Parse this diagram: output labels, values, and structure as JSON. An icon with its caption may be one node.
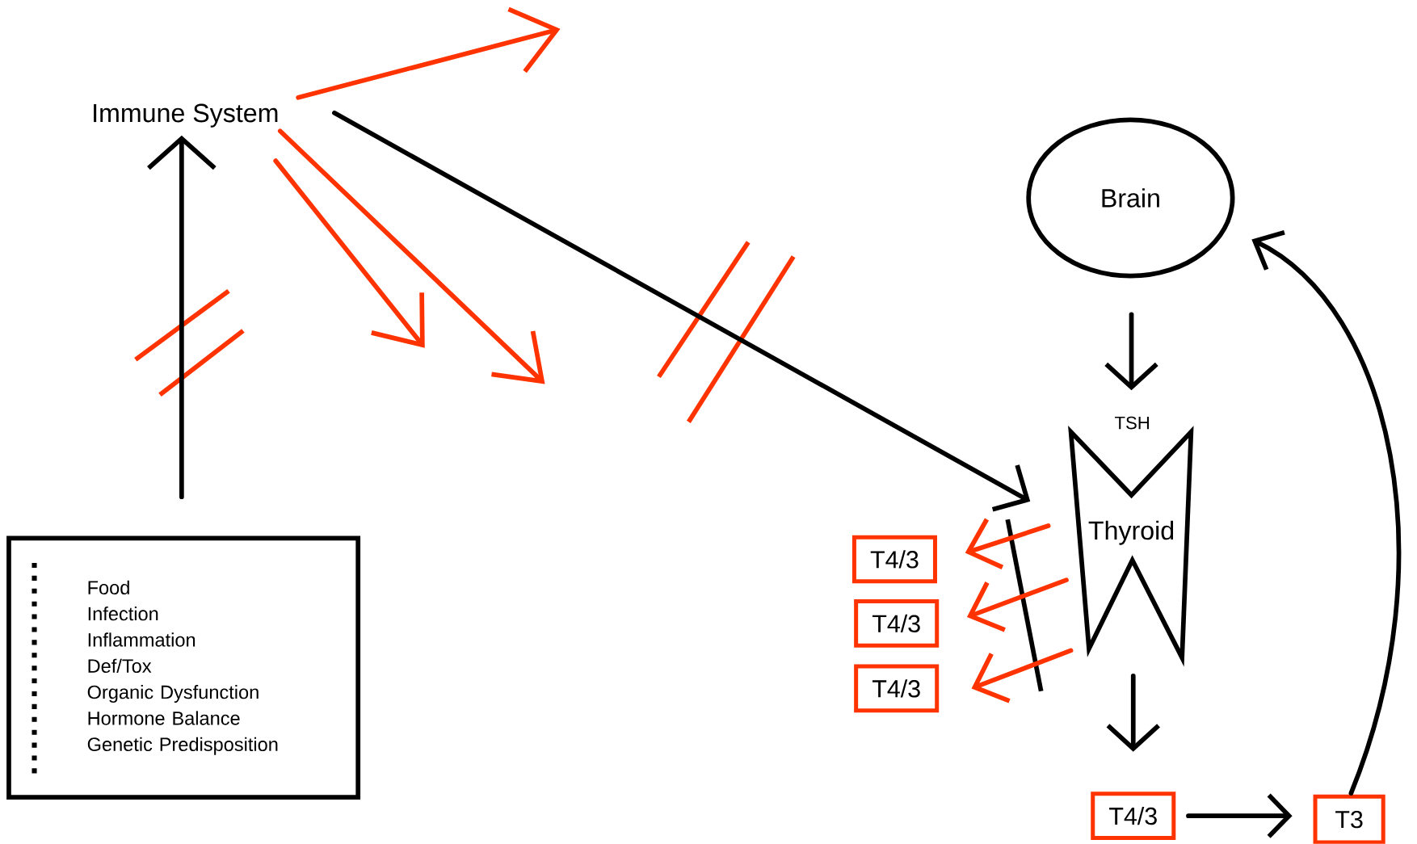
{
  "diagram": {
    "nodes": [
      {
        "text": [
          "Immune System"
        ]
      },
      {
        "text": [
          "Food",
          "Infection",
          "Inflammation",
          "Def/Tox",
          "Organic Dysfunction",
          "Hormone Balance",
          "Genetic Predisposition"
        ]
      },
      {
        "text": [
          "Brain"
        ]
      },
      {
        "text": [
          "Thyroid"
        ],
        "beside": [
          "TSH"
        ]
      },
      {
        "text": [
          "T4/3"
        ]
      },
      {
        "text": [
          "T4/3"
        ]
      },
      {
        "text": [
          "T4/3"
        ]
      },
      {
        "text": [
          "T4/3"
        ]
      },
      {
        "text": [
          "T3"
        ]
      }
    ],
    "edges": [
      {
        "from": 1,
        "to": 0,
        "arrow": "to"
      },
      {
        "from": 0,
        "to": 3,
        "arrow": "to"
      },
      {
        "from": 0,
        "to": null,
        "arrow": "to",
        "color": "#ff3300"
      },
      {
        "from": 0,
        "to": null,
        "arrow": "to",
        "color": "#ff3300"
      },
      {
        "from": 0,
        "to": null,
        "arrow": "to",
        "color": "#ff3300"
      },
      {
        "from": 2,
        "to": 3,
        "arrow": "to"
      },
      {
        "from": 3,
        "to": 4,
        "arrow": "to",
        "color": "#ff3300"
      },
      {
        "from": 3,
        "to": 5,
        "arrow": "to",
        "color": "#ff3300"
      },
      {
        "from": 3,
        "to": 6,
        "arrow": "to",
        "color": "#ff3300"
      },
      {
        "from": 3,
        "to": 7,
        "arrow": "to"
      },
      {
        "from": 7,
        "to": 8,
        "arrow": "to"
      },
      {
        "from": 8,
        "to": 2,
        "arrow": "to"
      }
    ]
  }
}
